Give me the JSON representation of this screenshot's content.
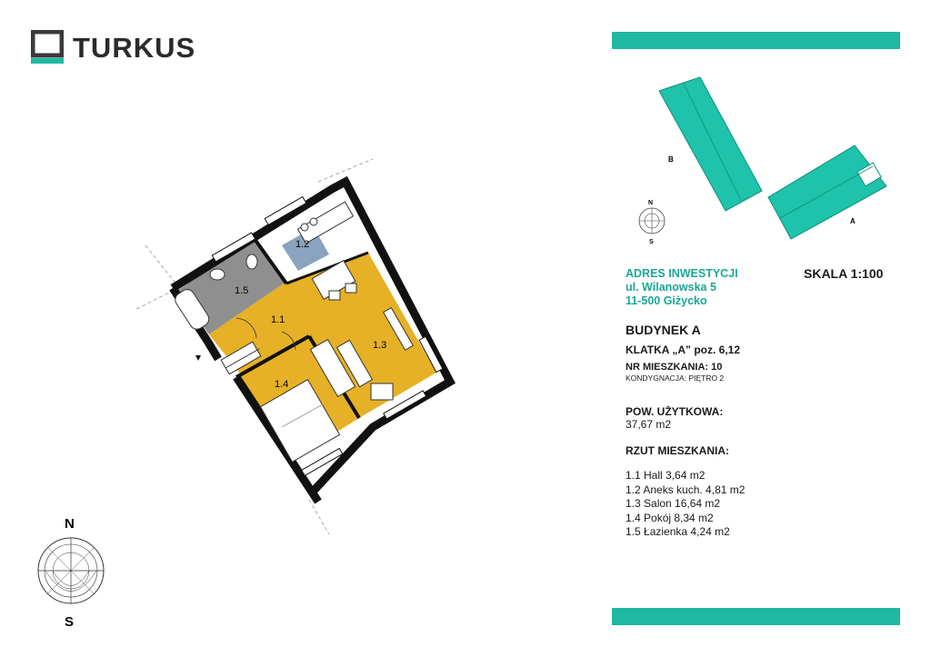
{
  "brand": {
    "name": "TURKUS",
    "accent_color": "#1fb8a3"
  },
  "address": {
    "heading": "ADRES INWESTYCJI",
    "street": "ul. Wilanowska 5",
    "city": "11-500 Giżycko"
  },
  "scale": "SKALA 1:100",
  "building": "BUDYNEK A",
  "staircase": "KLATKA „A” poz. 6,12",
  "apartment_number": "NR MIESZKANIA: 10",
  "floor": "KONDYGNACJA: PIĘTRO 2",
  "usable_area": {
    "label": "POW. UŻYTKOWA:",
    "value": "37,67 m2"
  },
  "rooms_heading": "RZUT MIESZKANIA:",
  "rooms": [
    "1.1 Hall 3,64 m2",
    "1.2 Aneks kuch. 4,81 m2",
    "1.3 Salon 16,64 m2",
    "1.4 Pokój 8,34 m2",
    "1.5 Łazienka 4,24  m2"
  ],
  "plan_labels": {
    "r11": "1.1",
    "r12": "1.2",
    "r13": "1.3",
    "r14": "1.4",
    "r15": "1.5"
  },
  "site_plan": {
    "building_b": "B",
    "building_a": "A"
  },
  "compass": {
    "north": "N",
    "south": "S"
  }
}
